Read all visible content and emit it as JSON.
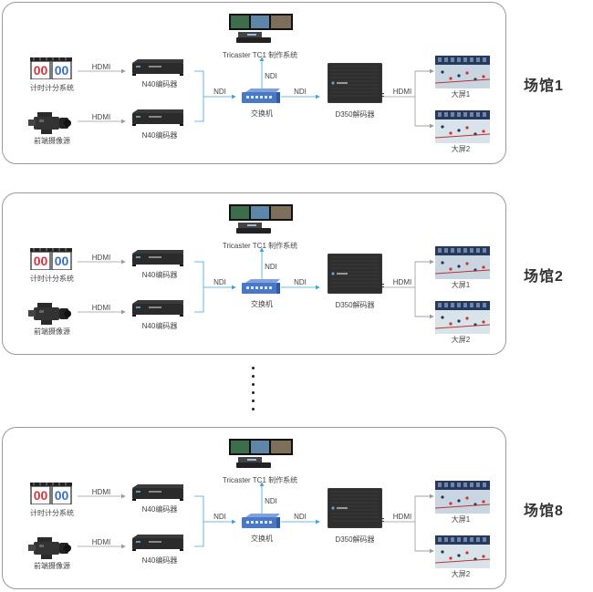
{
  "venues": [
    {
      "title": "场馆1"
    },
    {
      "title": "场馆2"
    },
    {
      "title": "场馆8"
    }
  ],
  "labels": {
    "scoreboard": "计时计分系统",
    "camera": "前端摄像源",
    "encoder": "N40编码器",
    "switch": "交换机",
    "decoder": "D350解码器",
    "tricaster": "Tricaster TC1 制作系统",
    "screen1": "大屏1",
    "screen2": "大屏2",
    "hdmi": "HDMI",
    "ndi": "NDI"
  },
  "scoreboard_digits": "00",
  "colors": {
    "arrow": "#3ea5dc",
    "wire": "#9a9a9a",
    "switch_blue": "#4a78c9",
    "scoreboard_red": "#d8333a",
    "scoreboard_blue": "#3a6fc4"
  },
  "icons": [
    "scoreboard-icon",
    "camera-icon",
    "encoder-icon",
    "switch-icon",
    "decoder-icon",
    "tricaster-icon",
    "screen-icon"
  ]
}
